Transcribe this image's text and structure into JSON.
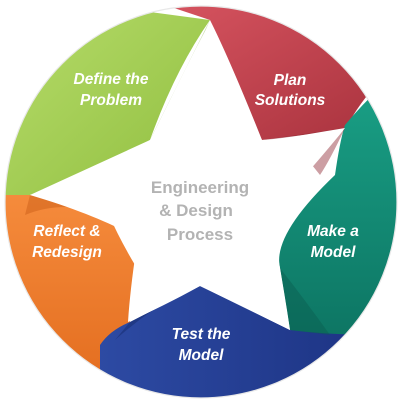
{
  "diagram": {
    "center_title": [
      "Engineering",
      "& Design",
      "Process"
    ],
    "steps": [
      {
        "label": [
          "Define the",
          "Problem"
        ],
        "color": "#a3cf52"
      },
      {
        "label": [
          "Plan",
          "Solutions"
        ],
        "color": "#c8414d"
      },
      {
        "label": [
          "Make a",
          "Model"
        ],
        "color": "#129079"
      },
      {
        "label": [
          "Test the",
          "Model"
        ],
        "color": "#233f92"
      },
      {
        "label": [
          "Reflect &",
          "Redesign"
        ],
        "color": "#f07b2a"
      }
    ],
    "center_color": "#ffffff"
  }
}
